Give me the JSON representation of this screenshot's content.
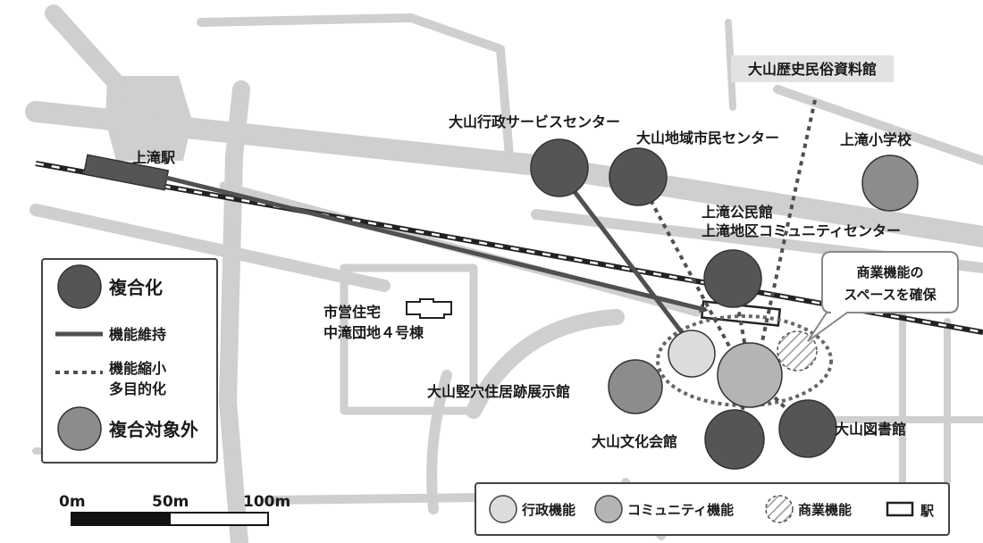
{
  "stations": {
    "kamitaki": "上滝駅"
  },
  "facilities": {
    "gyosei_center": "大山行政サービスセンター",
    "chiiki_center": "大山地域市民センター",
    "kominkan_1": "上滝公民館",
    "kominkan_2": "上滝地区コミュニティセンター",
    "elementary": "上滝小学校",
    "museum": "大山歴史民俗資料館",
    "housing_1": "市営住宅",
    "housing_2": "中滝団地４号棟",
    "pit_dwelling": "大山竪穴住居跡展示館",
    "culture_hall": "大山文化会館",
    "library": "大山図書館"
  },
  "callout": {
    "line1": "商業機能の",
    "line2": "スペースを確保"
  },
  "legend_left": {
    "complex": "複合化",
    "maintain": "機能維持",
    "reduce_1": "機能縮小",
    "reduce_2": "多目的化",
    "excluded": "複合対象外"
  },
  "legend_bottom": {
    "admin": "行政機能",
    "community": "コミュニティ機能",
    "commercial": "商業機能",
    "station": "駅"
  },
  "scale": {
    "label_0": "0m",
    "label_50": "50m",
    "label_100": "100m"
  },
  "colors": {
    "complex": "#555555",
    "excluded": "#8c8c8c",
    "admin": "#dcdcdc",
    "community": "#b4b4b4",
    "road": "#cfcfcf",
    "arrow": "#505050"
  }
}
